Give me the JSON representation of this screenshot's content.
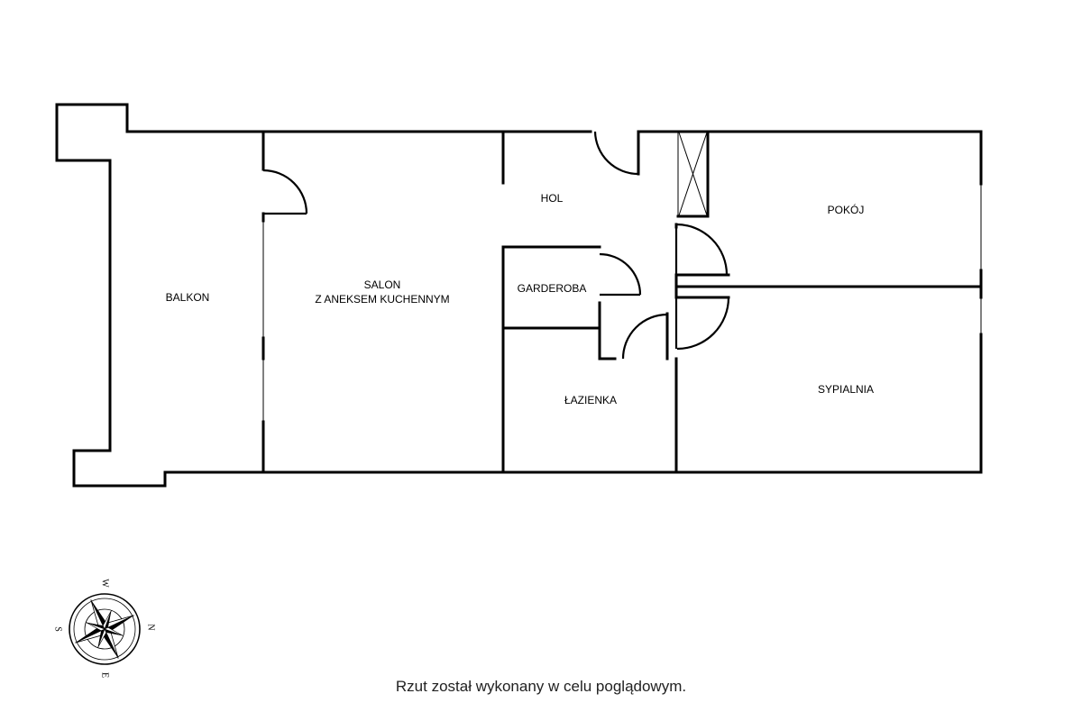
{
  "rooms": {
    "balkon": "BALKON",
    "salon_line1": "SALON",
    "salon_line2": "Z ANEKSEM KUCHENNYM",
    "hol": "HOL",
    "garderoba": "GARDEROBA",
    "lazienka": "ŁAZIENKA",
    "pokoj": "POKÓJ",
    "sypialnia": "SYPIALNIA"
  },
  "compass": {
    "north": "N",
    "south": "S",
    "east": "E",
    "west": "W"
  },
  "caption": "Rzut został wykonany w celu poglądowym."
}
